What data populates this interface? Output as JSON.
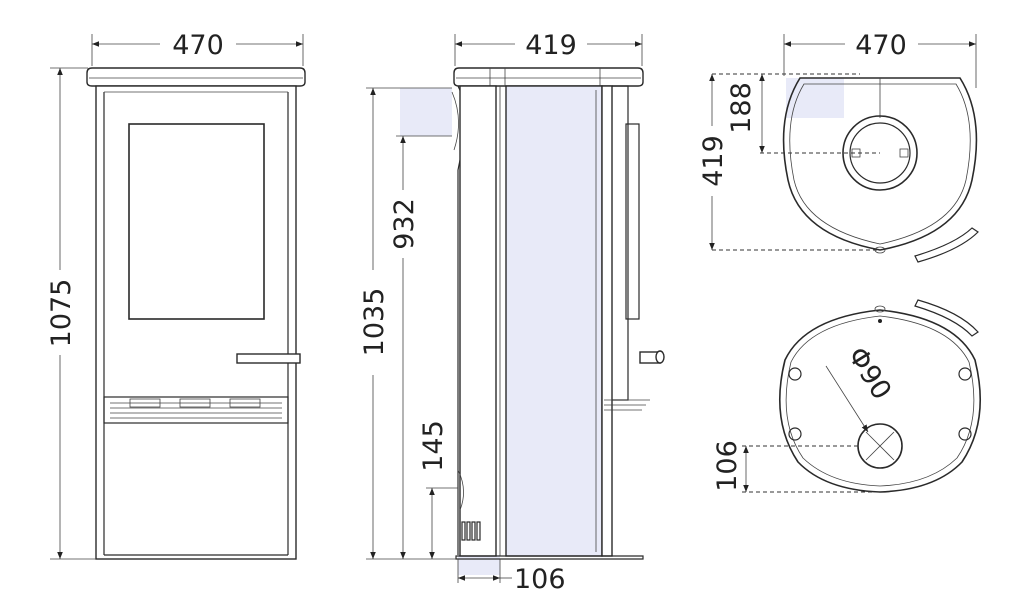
{
  "dimensions": {
    "front_width": "470",
    "front_height": "1075",
    "side_width": "419",
    "side_height_total": "1035",
    "side_height_flue": "932",
    "side_height_air": "145",
    "side_depth_air": "106",
    "top_width": "470",
    "top_depth": "419",
    "top_offset": "188",
    "bottom_diameter": "Φ90",
    "bottom_offset": "106"
  },
  "colors": {
    "line": "#2a2a2a",
    "highlight": "#e8eaf8"
  }
}
